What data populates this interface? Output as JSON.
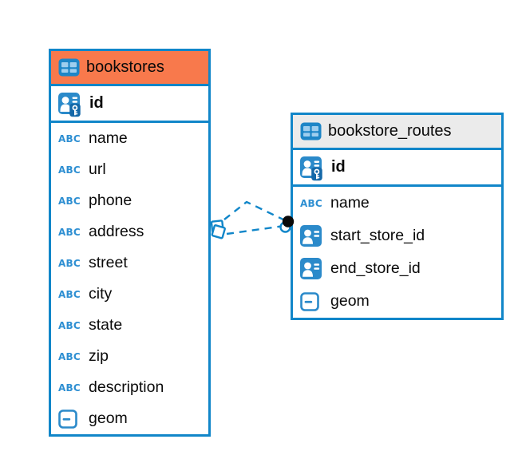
{
  "diagram": {
    "background": "#ffffff",
    "accent_color": "#1186C9",
    "text_color": "#0a0a0a",
    "icon_labels": {
      "text_type": "ABC"
    },
    "tables": [
      {
        "name": "bookstores",
        "header_color": "#F8794C",
        "icon": "table-icon",
        "primary_key": {
          "label": "id",
          "icon": "primary-key-icon"
        },
        "columns": [
          {
            "label": "name",
            "type": "text"
          },
          {
            "label": "url",
            "type": "text"
          },
          {
            "label": "phone",
            "type": "text"
          },
          {
            "label": "address",
            "type": "text"
          },
          {
            "label": "street",
            "type": "text"
          },
          {
            "label": "city",
            "type": "text"
          },
          {
            "label": "state",
            "type": "text"
          },
          {
            "label": "zip",
            "type": "text"
          },
          {
            "label": "description",
            "type": "text"
          },
          {
            "label": "geom",
            "type": "geometry"
          }
        ]
      },
      {
        "name": "bookstore_routes",
        "header_color": "#EBEBEB",
        "icon": "table-icon",
        "primary_key": {
          "label": "id",
          "icon": "primary-key-icon"
        },
        "columns": [
          {
            "label": "name",
            "type": "text"
          },
          {
            "label": "start_store_id",
            "type": "foreign-key"
          },
          {
            "label": "end_store_id",
            "type": "foreign-key"
          },
          {
            "label": "geom",
            "type": "geometry"
          }
        ]
      }
    ],
    "relationships": [
      {
        "from": "bookstore_routes",
        "to": "bookstores",
        "line_style": "dashed",
        "start_marker": "dot",
        "end_marker": "diamond"
      },
      {
        "from": "bookstore_routes",
        "to": "bookstores",
        "line_style": "dashed",
        "start_marker": "dot",
        "end_marker": "diamond"
      }
    ]
  }
}
